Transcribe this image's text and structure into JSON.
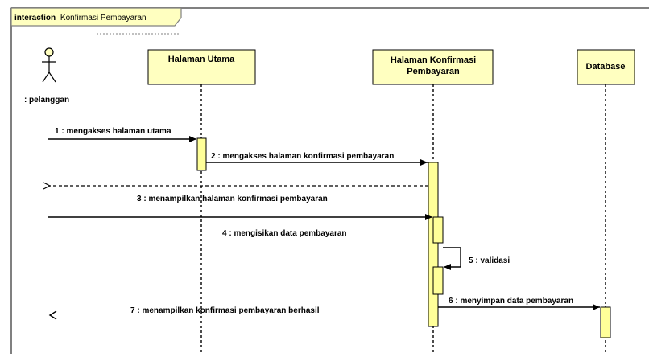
{
  "frame": {
    "keyword": "interaction",
    "name": "Konfirmasi Pembayaran"
  },
  "actor": {
    "label": ": pelanggan"
  },
  "lifelines": [
    {
      "id": "halaman-utama",
      "lines": [
        "Halaman Utama"
      ]
    },
    {
      "id": "halaman-konfirmasi",
      "lines": [
        "Halaman Konfirmasi",
        "Pembayaran"
      ]
    },
    {
      "id": "database",
      "lines": [
        "Database"
      ]
    }
  ],
  "messages": [
    {
      "id": "m1",
      "label": "1 : mengakses halaman utama"
    },
    {
      "id": "m2",
      "label": "2 : mengakses halaman konfirmasi pembayaran"
    },
    {
      "id": "m3",
      "label": "3 : menampilkan halaman konfirmasi pembayaran"
    },
    {
      "id": "m4",
      "label": "4 : mengisikan data pembayaran"
    },
    {
      "id": "m5",
      "label": "5 : validasi"
    },
    {
      "id": "m6",
      "label": "6 : menyimpan data pembayaran"
    },
    {
      "id": "m7",
      "label": "7 : menampilkan konfirmasi pembayaran berhasil"
    }
  ],
  "colors": {
    "lifeline_fill": "#ffffc0",
    "activation_fill": "#ffff99",
    "stroke": "#000000",
    "frame_stroke": "#808080"
  }
}
